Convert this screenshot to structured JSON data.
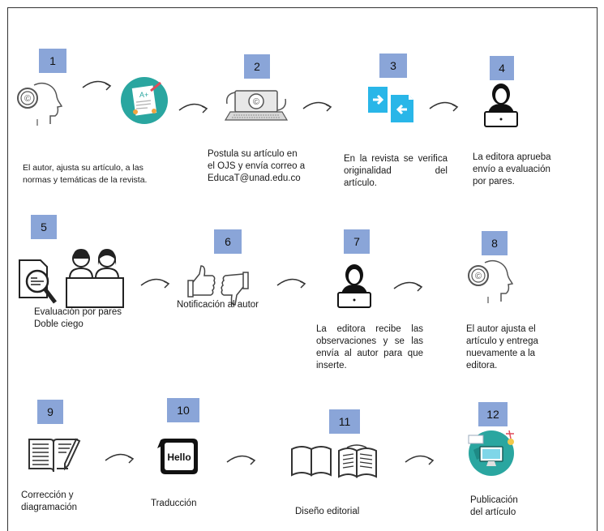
{
  "steps": [
    {
      "number": "1",
      "icon": "head-copyright-icon",
      "text": [
        "El autor, ajusta su artículo, a las",
        "normas y temáticas de la revista."
      ]
    },
    {
      "number": "2",
      "icon": "clipboard-grade-icon",
      "text": [
        "Postula su artículo en",
        "el OJS y envía correo a",
        "EducaT@unad.edu.co"
      ]
    },
    {
      "number": "3",
      "icon": "document-compare-icon",
      "text": [
        "En la revista se verifica",
        "originalidad del",
        "artículo."
      ]
    },
    {
      "number": "4",
      "icon": "editor-laptop-icon",
      "text": [
        "La editora aprueba",
        "envío a evaluación",
        "por pares."
      ]
    },
    {
      "number": "5",
      "icon": "peer-review-icon",
      "text": [
        "Evaluación por pares",
        "Doble ciego"
      ]
    },
    {
      "number": "6",
      "icon": "thumbs-up-down-icon",
      "text": [
        "Notificación al autor"
      ]
    },
    {
      "number": "7",
      "icon": "editor-laptop-icon",
      "text": [
        "La editora recibe las",
        "observaciones y se las",
        "envía al autor para que",
        "inserte."
      ]
    },
    {
      "number": "8",
      "icon": "head-copyright-icon",
      "text": [
        "El autor ajusta el",
        "artículo y entrega",
        "nuevamente a la",
        "editora."
      ]
    },
    {
      "number": "9",
      "icon": "notebook-pencil-icon",
      "text": [
        "Corrección y",
        "diagramación"
      ]
    },
    {
      "number": "10",
      "icon": "hello-speech-bubble-icon",
      "text": [
        "Traducción"
      ]
    },
    {
      "number": "11",
      "icon": "open-books-icon",
      "text": [
        "Diseño editorial"
      ]
    },
    {
      "number": "12",
      "icon": "globe-computer-icon",
      "text": [
        "Publicación",
        "del artículo"
      ]
    }
  ],
  "icon_text": {
    "hello": "Hello"
  },
  "colors": {
    "badge": "#8aa5d8",
    "teal": "#2aa6a0",
    "cyan": "#29b6e8",
    "dark": "#1a1a1a"
  }
}
